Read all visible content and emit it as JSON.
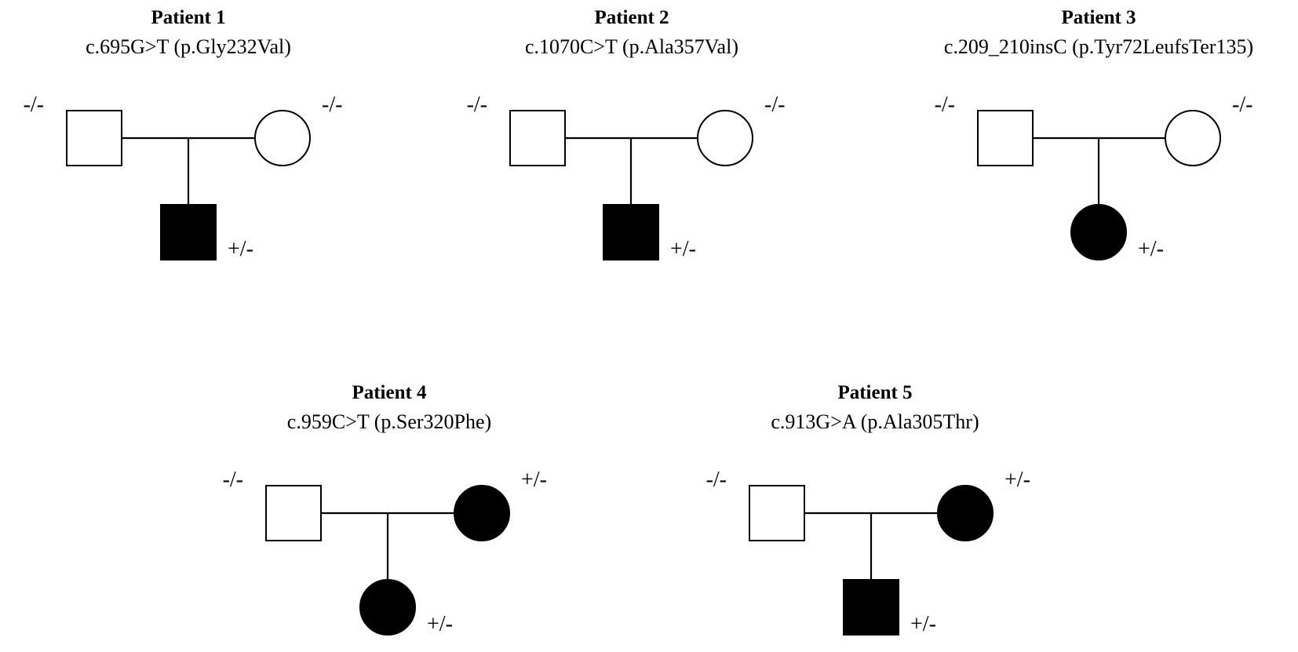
{
  "pedigrees": [
    {
      "title": "Patient 1",
      "variant": "c.695G>T (p.Gly232Val)",
      "father": {
        "sex": "male",
        "affected": false,
        "genotype": "-/-"
      },
      "mother": {
        "sex": "female",
        "affected": false,
        "genotype": "-/-"
      },
      "child": {
        "sex": "male",
        "affected": true,
        "genotype": "+/-"
      }
    },
    {
      "title": "Patient 2",
      "variant": "c.1070C>T (p.Ala357Val)",
      "father": {
        "sex": "male",
        "affected": false,
        "genotype": "-/-"
      },
      "mother": {
        "sex": "female",
        "affected": false,
        "genotype": "-/-"
      },
      "child": {
        "sex": "male",
        "affected": true,
        "genotype": "+/-"
      }
    },
    {
      "title": "Patient 3",
      "variant": "c.209_210insC (p.Tyr72LeufsTer135)",
      "father": {
        "sex": "male",
        "affected": false,
        "genotype": "-/-"
      },
      "mother": {
        "sex": "female",
        "affected": false,
        "genotype": "-/-"
      },
      "child": {
        "sex": "female",
        "affected": true,
        "genotype": "+/-"
      }
    },
    {
      "title": "Patient 4",
      "variant": "c.959C>T (p.Ser320Phe)",
      "father": {
        "sex": "male",
        "affected": false,
        "genotype": "-/-"
      },
      "mother": {
        "sex": "female",
        "affected": true,
        "genotype": "+/-"
      },
      "child": {
        "sex": "female",
        "affected": true,
        "genotype": "+/-"
      }
    },
    {
      "title": "Patient 5",
      "variant": "c.913G>A (p.Ala305Thr)",
      "father": {
        "sex": "male",
        "affected": false,
        "genotype": "-/-"
      },
      "mother": {
        "sex": "female",
        "affected": true,
        "genotype": "+/-"
      },
      "child": {
        "sex": "male",
        "affected": true,
        "genotype": "+/-"
      }
    }
  ],
  "colors": {
    "affected": "#000000",
    "unaffected": "#ffffff",
    "stroke": "#000000"
  }
}
